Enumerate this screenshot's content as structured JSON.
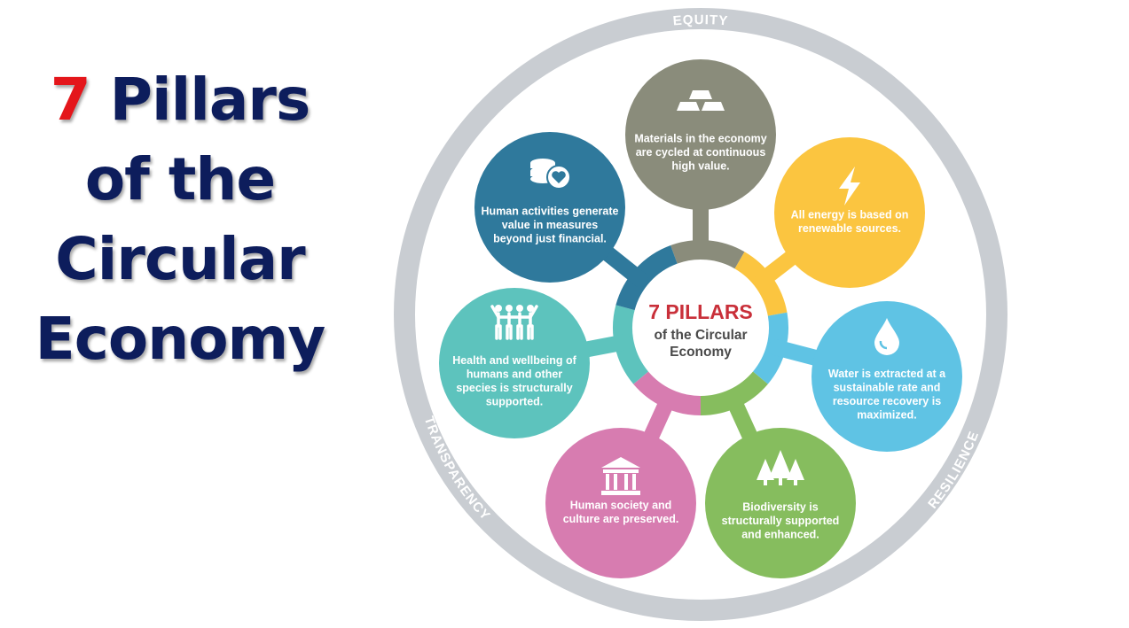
{
  "title": {
    "number": "7",
    "line1_rest": " Pillars",
    "line2": "of the",
    "line3": "Circular",
    "line4": "Economy"
  },
  "ring_labels": {
    "top": "EQUITY",
    "left": "TRANSPARENCY",
    "right": "RESILIENCE"
  },
  "center": {
    "title": "7 PILLARS",
    "line1": "of the Circular",
    "line2": "Economy"
  },
  "pillars": [
    {
      "name": "materials",
      "icon": "gold-bars-icon",
      "color": "#8a8c7b",
      "lines": [
        "Materials in the economy",
        "are cycled at continuous",
        "high value."
      ]
    },
    {
      "name": "energy",
      "icon": "lightning-icon",
      "color": "#fbc540",
      "lines": [
        "All energy is based on",
        "renewable sources."
      ]
    },
    {
      "name": "water",
      "icon": "water-drop-icon",
      "color": "#5fc3e4",
      "lines": [
        "Water is extracted at a",
        "sustainable rate and",
        "resource recovery is",
        "maximized."
      ]
    },
    {
      "name": "biodiversity",
      "icon": "trees-icon",
      "color": "#86bd5e",
      "lines": [
        "Biodiversity is",
        "structurally supported",
        "and enhanced."
      ]
    },
    {
      "name": "culture",
      "icon": "museum-icon",
      "color": "#d77cb0",
      "lines": [
        "Human society and",
        "culture are preserved."
      ]
    },
    {
      "name": "health",
      "icon": "people-icon",
      "color": "#5dc3bd",
      "lines": [
        "Health and wellbeing of",
        "humans and other",
        "species is structurally",
        "supported."
      ]
    },
    {
      "name": "value",
      "icon": "coins-heart-icon",
      "color": "#2f799c",
      "lines": [
        "Human activities generate",
        "value in measures",
        "beyond just financial."
      ]
    }
  ],
  "colors": {
    "ring": "#c9cdd2",
    "title": "#0d1d5c",
    "number": "#e4161b",
    "center_title": "#c9303a",
    "center_text": "#4a4a4a"
  }
}
